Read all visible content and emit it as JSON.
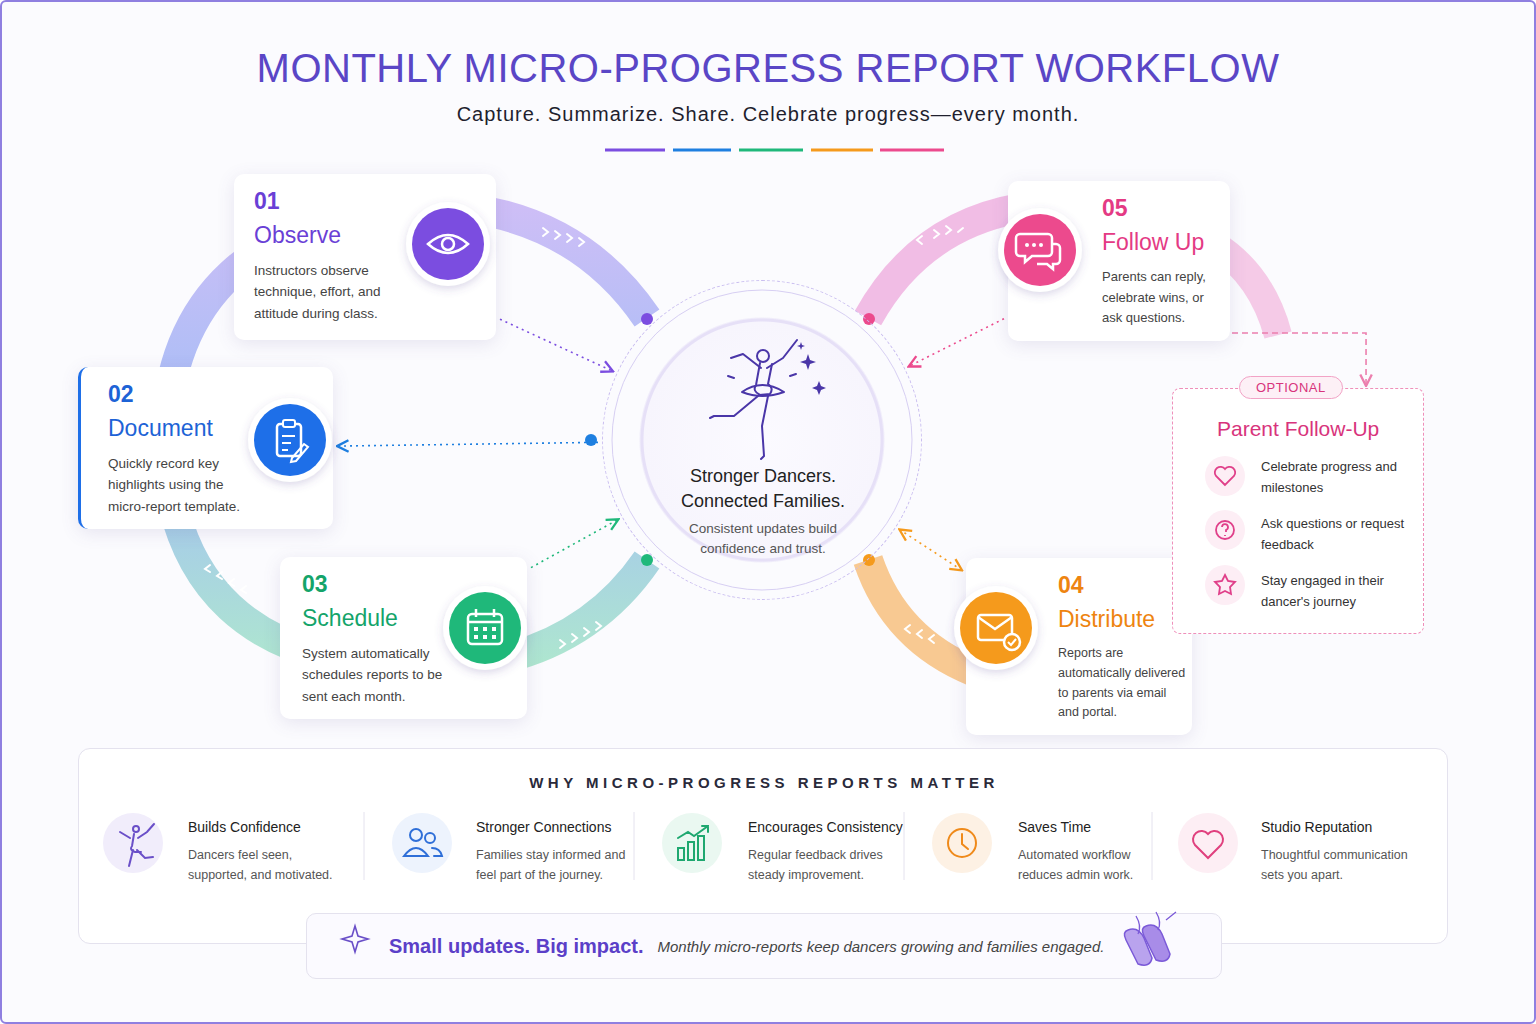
{
  "diagram": {
    "title": "MONTHLY MICRO-PROGRESS REPORT WORKFLOW",
    "caption": "Capture. Summarize. Share. Celebrate progress—every month.",
    "nodes": [
      {
        "text": [
          "01",
          "Observe",
          "Instructors observe technique, effort, and attitude during class."
        ]
      },
      {
        "text": [
          "02",
          "Document",
          "Quickly record key highlights using the micro-report template."
        ]
      },
      {
        "text": [
          "03",
          "Schedule",
          "System automatically schedules reports to be sent each month."
        ]
      },
      {
        "text": [
          "Stronger Dancers. Connected Families.",
          "Consistent updates build confidence and trust."
        ]
      },
      {
        "text": [
          "04",
          "Distribute",
          "Reports are automatically delivered to parents via email and portal."
        ]
      },
      {
        "text": [
          "05",
          "Follow Up",
          "Parents can reply, celebrate wins, or ask questions."
        ]
      },
      {
        "text": [
          "OPTIONAL",
          "Parent Follow-Up",
          "Celebrate progress and milestones",
          "Ask questions or request feedback",
          "Stay engaged in their dancer's journey"
        ]
      },
      {
        "text": [
          "WHY MICRO-PROGRESS REPORTS MATTER"
        ]
      },
      {
        "text": [
          "Builds Confidence",
          "Dancers feel seen, supported, and motivated."
        ],
        "in": 7
      },
      {
        "text": [
          "Stronger Connections",
          "Families stay informed and feel part of the journey."
        ],
        "in": 7
      },
      {
        "text": [
          "Encourages Consistency",
          "Regular feedback drives steady improvement."
        ],
        "in": 7
      },
      {
        "text": [
          "Saves Time",
          "Automated workflow reduces admin work."
        ],
        "in": 7
      },
      {
        "text": [
          "Studio Reputation",
          "Thoughtful communication sets you apart."
        ],
        "in": 7
      },
      {
        "text": [
          "Small updates. Big impact.",
          "Monthly micro-reports keep dancers growing and families engaged."
        ]
      }
    ],
    "edges": [
      {
        "from": 0,
        "to": 3,
        "arrow": "to"
      },
      {
        "from": 3,
        "to": 1,
        "arrow": "to"
      },
      {
        "from": 2,
        "to": 3,
        "arrow": "to"
      },
      {
        "from": 3,
        "to": 4,
        "arrow": "both"
      },
      {
        "from": 5,
        "to": 3,
        "arrow": "to"
      },
      {
        "from": 5,
        "to": 6,
        "arrow": "to"
      }
    ]
  }
}
